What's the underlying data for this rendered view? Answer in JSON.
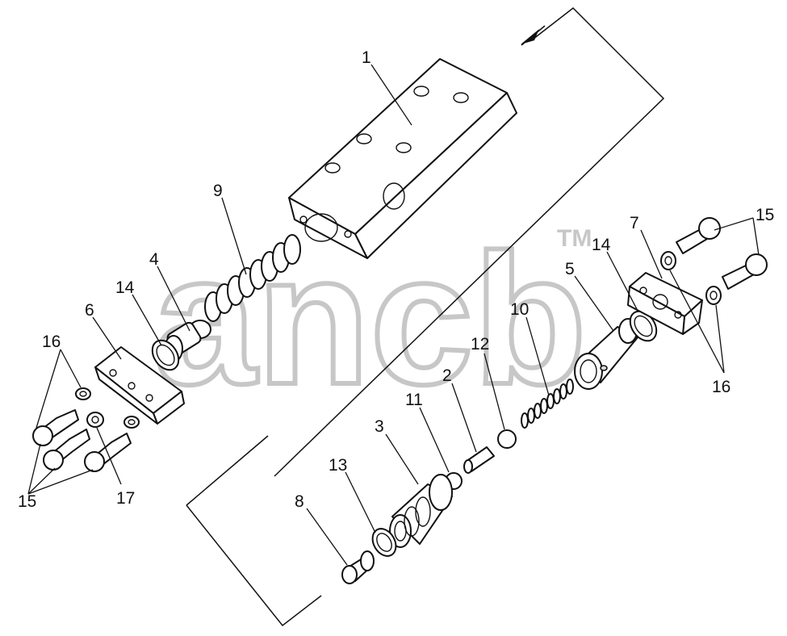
{
  "watermark": {
    "text": "ancb",
    "tm": "TM"
  },
  "labels": {
    "l1": "1",
    "l2": "2",
    "l3": "3",
    "l4": "4",
    "l5": "5",
    "l6": "6",
    "l7": "7",
    "l8": "8",
    "l9": "9",
    "l10": "10",
    "l11": "11",
    "l12": "12",
    "l13": "13",
    "l14a": "14",
    "l14b": "14",
    "l15a": "15",
    "l15b": "15",
    "l16a": "16",
    "l16b": "16",
    "l17": "17"
  }
}
